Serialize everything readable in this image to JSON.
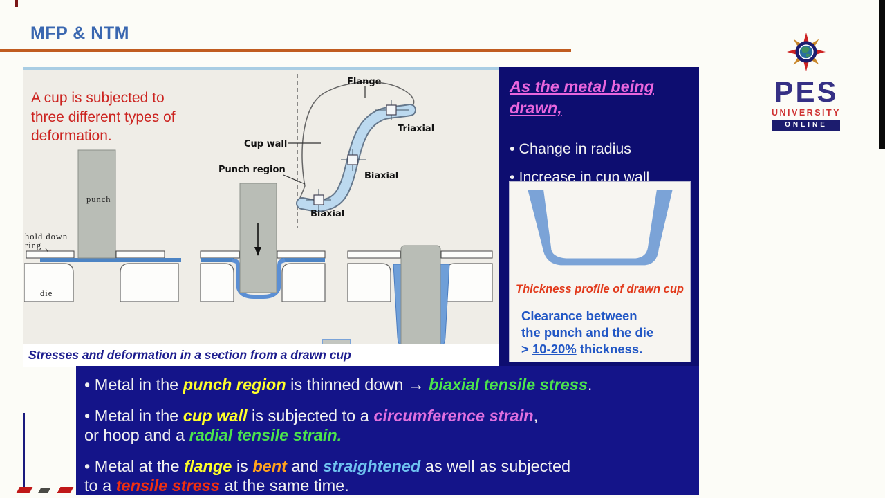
{
  "header": {
    "title": "MFP & NTM"
  },
  "logo": {
    "name": "PES",
    "university": "UNIVERSITY",
    "online": "ONLINE"
  },
  "figure": {
    "intro": "A cup is subjected to three different types of deformation.",
    "caption": "Stresses and deformation in a section from a drawn cup",
    "labels": {
      "flange": "Flange",
      "triaxial": "Triaxial",
      "cup_wall": "Cup wall",
      "punch_region": "Punch region",
      "biaxial_mid": "Biaxial",
      "biaxial_bottom": "Biaxial",
      "punch": "punch",
      "hold_down_line1": "hold down",
      "hold_down_line2": "ring",
      "die": "die"
    }
  },
  "right_panel": {
    "heading": "As the metal being drawn,",
    "bullets": [
      "• Change in radius",
      "• Increase in cup wall"
    ],
    "profile_caption": "Thickness profile of drawn cup",
    "clearance": [
      [
        {
          "t": "Clearance between"
        }
      ],
      [
        {
          "t": "the punch and the die"
        }
      ],
      [
        {
          "t": "> "
        },
        {
          "t": "10-20%",
          "s": "u"
        },
        {
          "t": " thickness."
        }
      ]
    ]
  },
  "bottom": {
    "bullet1": [
      [
        {
          "t": "• Metal in the "
        },
        {
          "t": "punch region",
          "s": "y"
        },
        {
          "t": " is thinned down → "
        },
        {
          "t": "biaxial tensile stress",
          "s": "g"
        },
        {
          "t": "."
        }
      ]
    ],
    "bullet2": [
      [
        {
          "t": "• Metal in the "
        },
        {
          "t": "cup wall",
          "s": "y"
        },
        {
          "t": " is subjected to a "
        },
        {
          "t": "circumference strain",
          "s": "m"
        },
        {
          "t": ","
        }
      ],
      [
        {
          "t": "or hoop and a "
        },
        {
          "t": "radial tensile strain.",
          "s": "g"
        }
      ]
    ],
    "bullet3": [
      [
        {
          "t": "• Metal at the "
        },
        {
          "t": "flange",
          "s": "y"
        },
        {
          "t": " is "
        },
        {
          "t": "bent",
          "s": "o"
        },
        {
          "t": " and "
        },
        {
          "t": "straightened",
          "s": "b"
        },
        {
          "t": " as well as subjected"
        }
      ],
      [
        {
          "t": "to a "
        },
        {
          "t": "tensile stress",
          "s": "r"
        },
        {
          "t": " at the same time."
        }
      ]
    ]
  },
  "colors": {
    "title_blue": "#3a67b0",
    "rule_orange": "#c05c20",
    "intro_red": "#cc2420",
    "panel_navy": "#0d0d70",
    "bottom_navy": "#141489",
    "heading_magenta": "#e966dd",
    "profile_caption_red": "#e2391b",
    "clearance_blue": "#2257c5",
    "sheet_blue": "#4d84c4",
    "band_blue": "#bcd9ef",
    "cup_profile_blue": "#7ba3d7",
    "highlight_yellow": "#ffff2a",
    "highlight_green": "#4ce44c",
    "highlight_magenta": "#df6fdf",
    "highlight_orange": "#ffa21f",
    "highlight_ltblue": "#6fc3f0",
    "highlight_red": "#f03010"
  }
}
